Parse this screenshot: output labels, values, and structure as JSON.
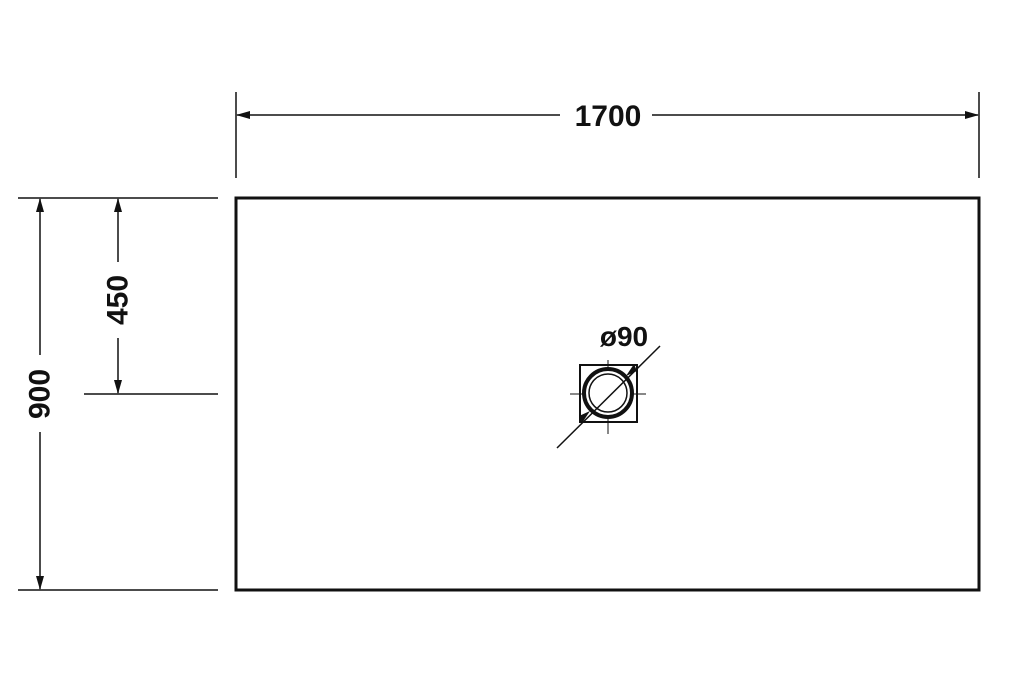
{
  "dimensions": {
    "length": "1700",
    "width": "900",
    "drain_offset": "450",
    "drain_diameter": "ø90"
  },
  "colors": {
    "line": "#111111",
    "background": "#ffffff"
  }
}
